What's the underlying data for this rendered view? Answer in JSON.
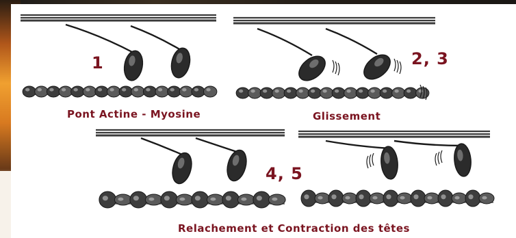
{
  "labels": {
    "step1": "1",
    "step23": "2, 3",
    "step45": "4, 5",
    "caption_bridge": "Pont Actine - Myosine",
    "caption_slide": "Glissement",
    "caption_release": "Relachement et Contraction des têtes"
  },
  "colors": {
    "label": "#7a1420",
    "ink": "#1a1a1a",
    "filament": "#3a3a3a"
  }
}
